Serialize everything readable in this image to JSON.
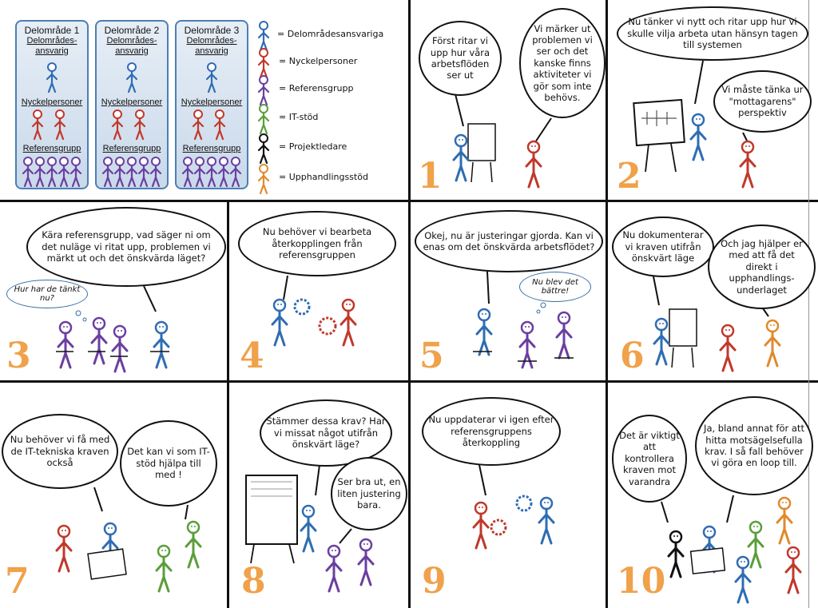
{
  "overview": {
    "areas": [
      {
        "title": "Delområde 1",
        "role1": "Delområdes-",
        "role1b": "ansvarig",
        "role2": "Nyckelpersoner",
        "role3": "Referensgrupp"
      },
      {
        "title": "Delområde 2",
        "role1": "Delområdes-",
        "role1b": "ansvarig",
        "role2": "Nyckelpersoner",
        "role3": "Referensgrupp"
      },
      {
        "title": "Delområde 3",
        "role1": "Delområdes-",
        "role1b": "ansvarig",
        "role2": "Nyckelpersoner",
        "role3": "Referensgrupp"
      }
    ],
    "legend": [
      {
        "label": "=  Delområdesansvariga",
        "color": "#2f6db3"
      },
      {
        "label": "=  Nyckelpersoner",
        "color": "#c0392b"
      },
      {
        "label": "=  Referensgrupp",
        "color": "#6b3fa0"
      },
      {
        "label": "=  IT-stöd",
        "color": "#5a9e3a"
      },
      {
        "label": "=  Projektledare",
        "color": "#111111"
      },
      {
        "label": "=  Upphandlingsstöd",
        "color": "#e08a2c"
      }
    ]
  },
  "panels": [
    {
      "number": "1",
      "bubbles": [
        "Först ritar vi upp hur våra arbetsflöden ser ut",
        "Vi märker ut problemen vi ser och det kanske finns aktiviteter vi gör som inte behövs."
      ]
    },
    {
      "number": "2",
      "bubbles": [
        "Nu tänker vi nytt och ritar upp hur vi skulle vilja arbeta utan hänsyn tagen till systemen",
        "Vi måste tänka ur \"mottagarens\" perspektiv"
      ]
    },
    {
      "number": "3",
      "bubbles": [
        "Kära referensgrupp, vad säger ni om det nuläge vi ritat upp, problemen vi märkt ut och det önskvärda läget?"
      ],
      "thought": "Hur har de tänkt nu?"
    },
    {
      "number": "4",
      "bubbles": [
        "Nu behöver vi bearbeta återkopplingen från referensgruppen"
      ]
    },
    {
      "number": "5",
      "bubbles": [
        "Okej, nu är justeringar gjorda. Kan vi enas om det önskvärda arbetsflödet?"
      ],
      "thought": "Nu blev det bättre!"
    },
    {
      "number": "6",
      "bubbles": [
        "Nu dokumenterar vi kraven utifrån önskvärt läge",
        "Och jag hjälper er med att få det direkt i upphandlings-underlaget"
      ]
    },
    {
      "number": "7",
      "bubbles": [
        "Nu behöver vi få med de IT-tekniska kraven också",
        "Det kan vi som IT-stöd hjälpa till med !"
      ]
    },
    {
      "number": "8",
      "bubbles": [
        "Stämmer dessa krav? Har vi missat något utifrån önskvärt läge?",
        "Ser bra ut, en liten justering bara."
      ]
    },
    {
      "number": "9",
      "bubbles": [
        "Nu uppdaterar vi igen efter referensgruppens återkoppling"
      ]
    },
    {
      "number": "10",
      "bubbles": [
        "Det är viktigt att kontrollera kraven mot varandra",
        "Ja, bland annat för att hitta motsägelsefulla krav. I så fall behöver vi göra en loop till."
      ]
    }
  ]
}
